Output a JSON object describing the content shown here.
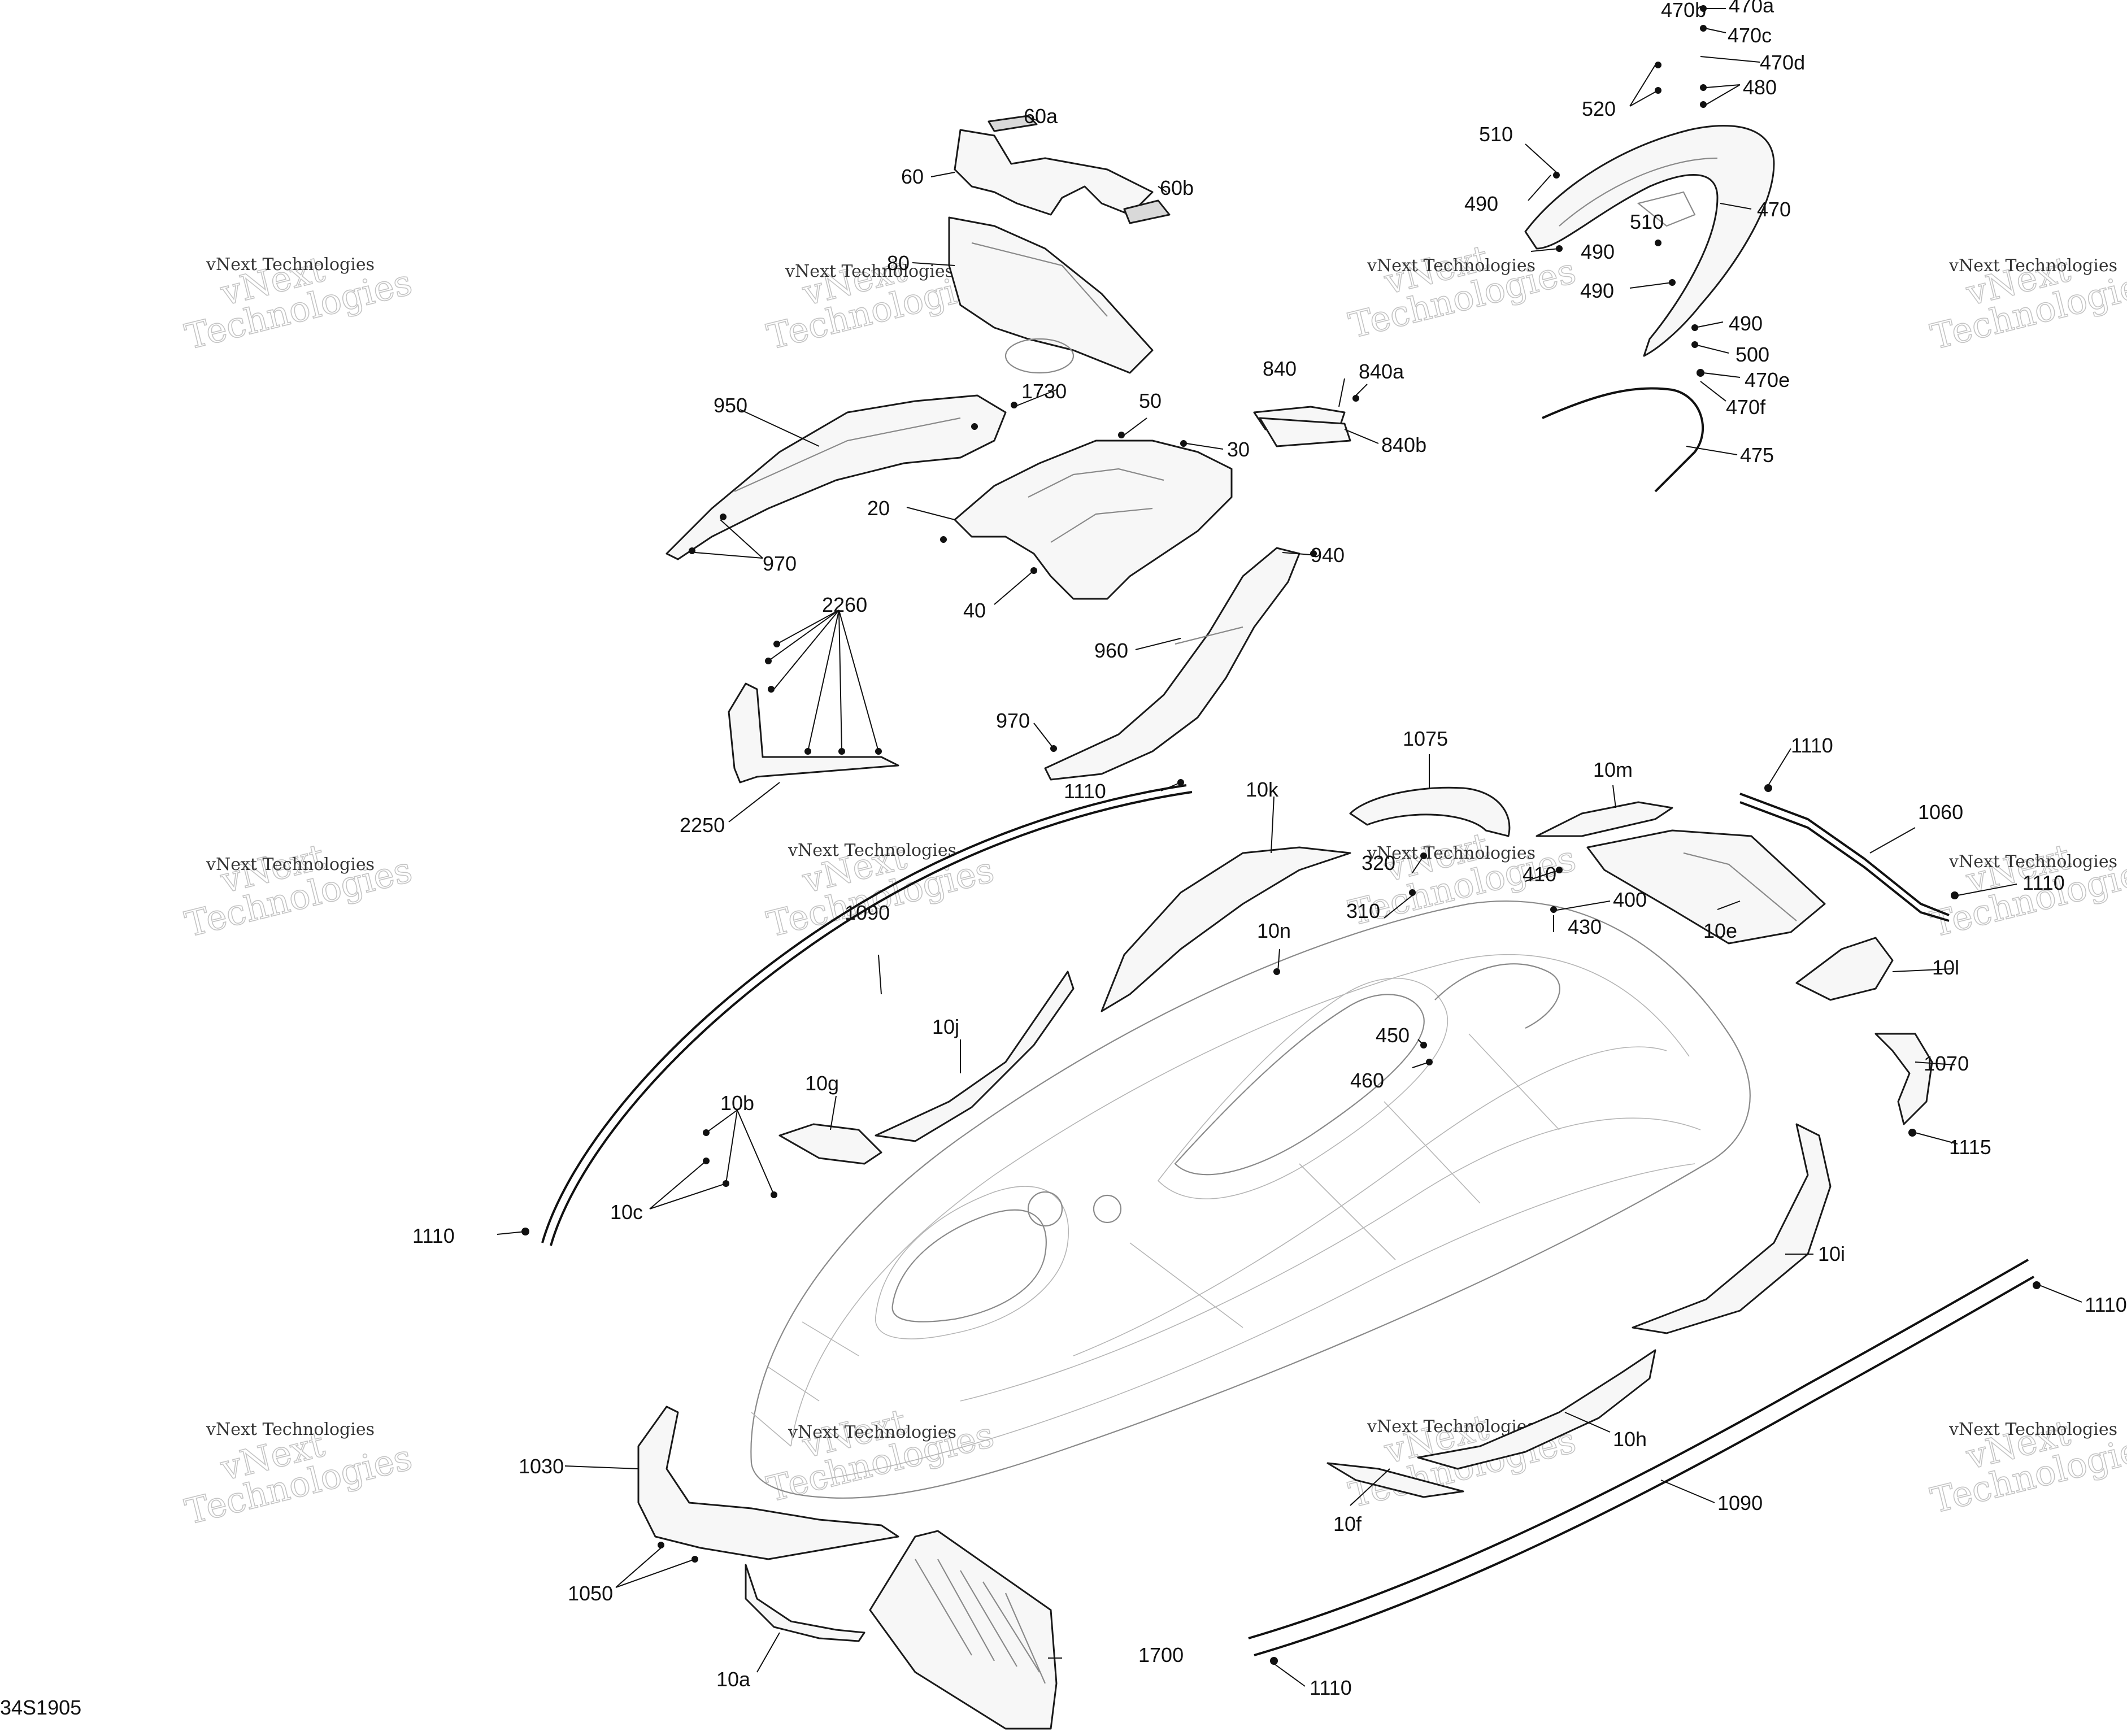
{
  "diagram_id": "34S1905",
  "watermark": {
    "line1": "vNext",
    "line2": "Technologies",
    "small": "vNext Technologies"
  },
  "callouts": [
    {
      "id": "60a",
      "label": "60a"
    },
    {
      "id": "60",
      "label": "60"
    },
    {
      "id": "60b",
      "label": "60b"
    },
    {
      "id": "80",
      "label": "80"
    },
    {
      "id": "950",
      "label": "950"
    },
    {
      "id": "1730",
      "label": "1730"
    },
    {
      "id": "50",
      "label": "50"
    },
    {
      "id": "30",
      "label": "30"
    },
    {
      "id": "20",
      "label": "20"
    },
    {
      "id": "970a",
      "label": "970"
    },
    {
      "id": "40",
      "label": "40"
    },
    {
      "id": "940",
      "label": "940"
    },
    {
      "id": "960",
      "label": "960"
    },
    {
      "id": "970b",
      "label": "970"
    },
    {
      "id": "2260",
      "label": "2260"
    },
    {
      "id": "2250",
      "label": "2250"
    },
    {
      "id": "1110a",
      "label": "1110"
    },
    {
      "id": "840",
      "label": "840"
    },
    {
      "id": "840a",
      "label": "840a"
    },
    {
      "id": "840b",
      "label": "840b"
    },
    {
      "id": "470b",
      "label": "470b"
    },
    {
      "id": "470a",
      "label": "470a"
    },
    {
      "id": "470c",
      "label": "470c"
    },
    {
      "id": "470d",
      "label": "470d"
    },
    {
      "id": "480",
      "label": "480"
    },
    {
      "id": "520",
      "label": "520"
    },
    {
      "id": "510a",
      "label": "510"
    },
    {
      "id": "490a",
      "label": "490"
    },
    {
      "id": "470",
      "label": "470"
    },
    {
      "id": "510b",
      "label": "510"
    },
    {
      "id": "490b",
      "label": "490"
    },
    {
      "id": "490c",
      "label": "490"
    },
    {
      "id": "490d",
      "label": "490"
    },
    {
      "id": "500",
      "label": "500"
    },
    {
      "id": "470e",
      "label": "470e"
    },
    {
      "id": "470f",
      "label": "470f"
    },
    {
      "id": "475",
      "label": "475"
    },
    {
      "id": "1075",
      "label": "1075"
    },
    {
      "id": "10m",
      "label": "10m"
    },
    {
      "id": "1110b",
      "label": "1110"
    },
    {
      "id": "1060",
      "label": "1060"
    },
    {
      "id": "1110c",
      "label": "1110"
    },
    {
      "id": "10k",
      "label": "10k"
    },
    {
      "id": "320",
      "label": "320"
    },
    {
      "id": "410",
      "label": "410"
    },
    {
      "id": "310",
      "label": "310"
    },
    {
      "id": "400",
      "label": "400"
    },
    {
      "id": "430",
      "label": "430"
    },
    {
      "id": "10e",
      "label": "10e"
    },
    {
      "id": "10l",
      "label": "10l"
    },
    {
      "id": "1090a",
      "label": "1090"
    },
    {
      "id": "10n",
      "label": "10n"
    },
    {
      "id": "450",
      "label": "450"
    },
    {
      "id": "460",
      "label": "460"
    },
    {
      "id": "10j",
      "label": "10j"
    },
    {
      "id": "10g",
      "label": "10g"
    },
    {
      "id": "10b",
      "label": "10b"
    },
    {
      "id": "10c",
      "label": "10c"
    },
    {
      "id": "1070",
      "label": "1070"
    },
    {
      "id": "1115",
      "label": "1115"
    },
    {
      "id": "1110d",
      "label": "1110"
    },
    {
      "id": "10i",
      "label": "10i"
    },
    {
      "id": "1110e",
      "label": "1110"
    },
    {
      "id": "1030",
      "label": "1030"
    },
    {
      "id": "10h",
      "label": "10h"
    },
    {
      "id": "10f",
      "label": "10f"
    },
    {
      "id": "1090b",
      "label": "1090"
    },
    {
      "id": "1050",
      "label": "1050"
    },
    {
      "id": "1700",
      "label": "1700"
    },
    {
      "id": "10a",
      "label": "10a"
    },
    {
      "id": "1110f",
      "label": "1110"
    }
  ]
}
